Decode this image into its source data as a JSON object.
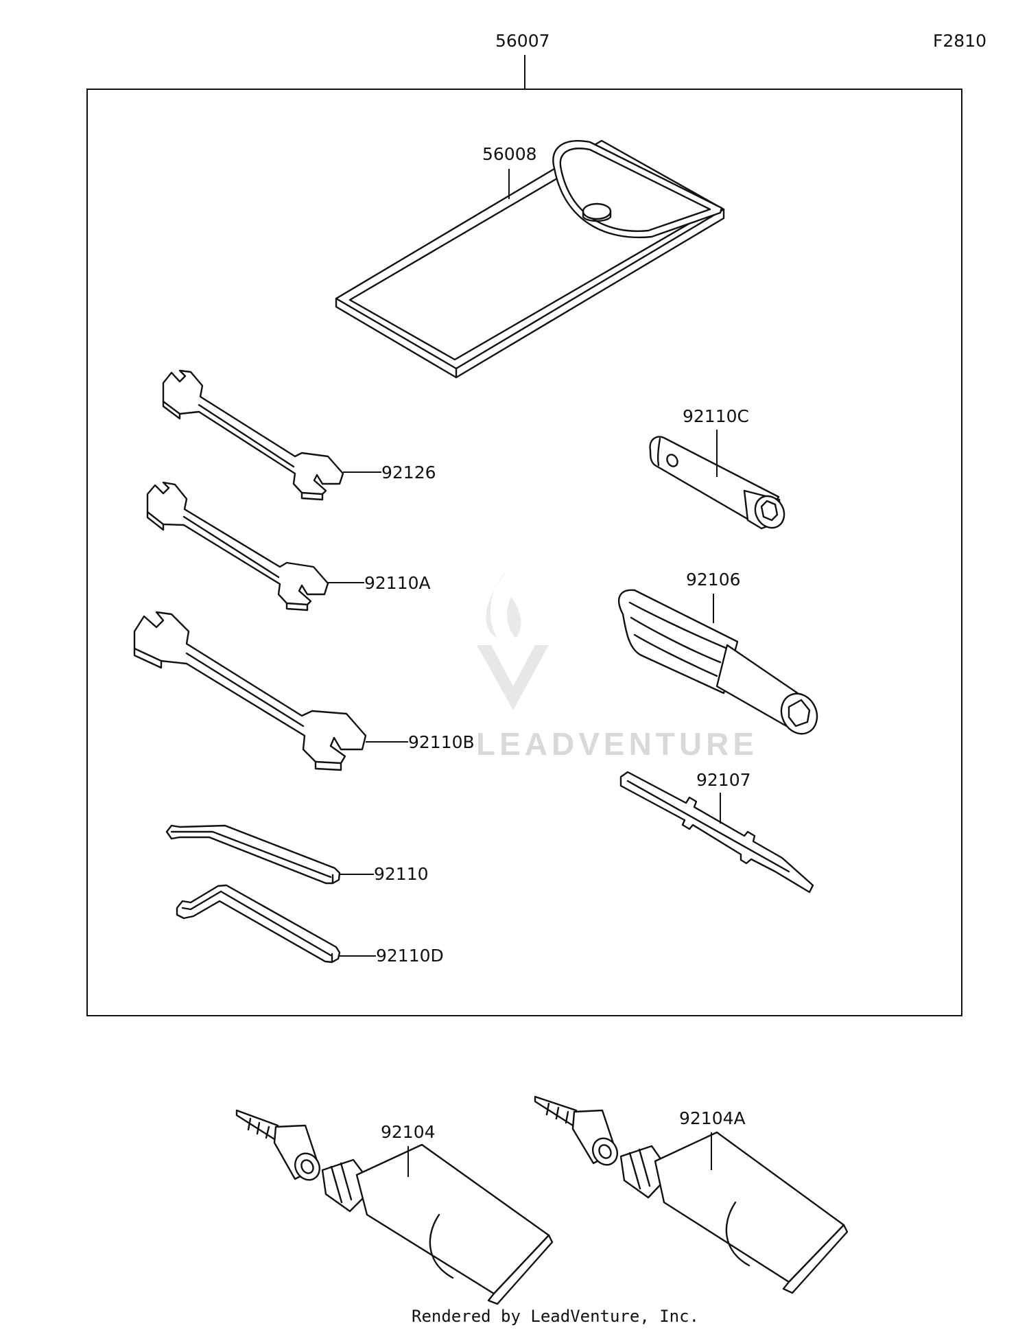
{
  "figure_code": "F2810",
  "kit_label": "56007",
  "footer": "Rendered by LeadVenture, Inc.",
  "watermark": "LEADVENTURE",
  "parts": {
    "case": "56008",
    "wrench_small": "92126",
    "wrench_mid": "92110A",
    "wrench_large": "92110B",
    "hex_key_1": "92110",
    "hex_key_2": "92110D",
    "plug_wrench": "92110C",
    "handle": "92106",
    "screwdriver": "92107",
    "bond_1": "92104",
    "bond_2": "92104A"
  }
}
